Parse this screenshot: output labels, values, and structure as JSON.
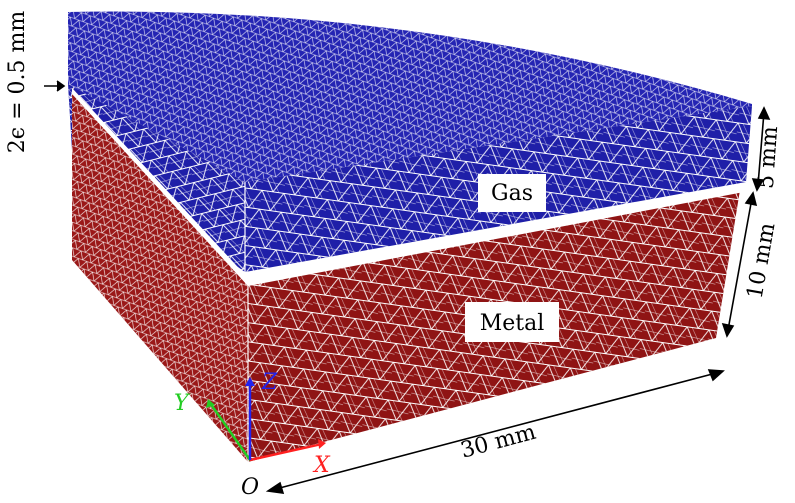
{
  "labels": {
    "gas": "Gas",
    "metal": "Metal",
    "gap": "2ϵ = 0.5 mm",
    "gas_thickness": "5 mm",
    "metal_thickness": "10 mm",
    "length": "30 mm",
    "origin": "O",
    "axis_x": "X",
    "axis_y": "Y",
    "axis_z": "Z"
  },
  "colors": {
    "gas": "#1f1fa8",
    "gas_top": "#2424b3",
    "metal": "#8f1414",
    "metal_side": "#9a1818",
    "mesh": "#ffffff",
    "axis_x": "#ff2020",
    "axis_y": "#22cc22",
    "axis_z": "#2222ee",
    "ink": "#000000"
  }
}
